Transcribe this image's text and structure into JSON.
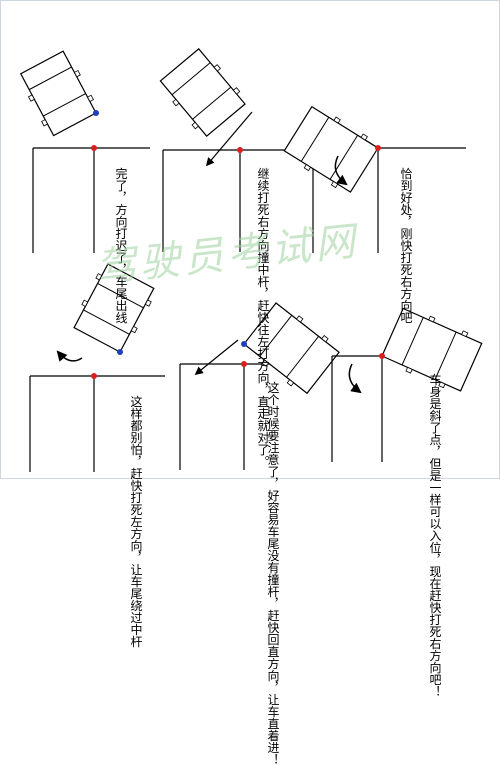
{
  "watermark": "驾驶员考试网",
  "panels": [
    {
      "id": "p1",
      "text_cols": [
        "完了，方向打迟",
        "了，车尾出线"
      ]
    },
    {
      "id": "p2",
      "text_cols": [
        "继续打死右方向",
        "撞中杆，赶快往左",
        "打方向，直走就对",
        "了。"
      ]
    },
    {
      "id": "p3",
      "text_cols": [
        "恰到好处，刚快",
        "打死右方向吧"
      ]
    },
    {
      "id": "p4",
      "text_cols": [
        "这样都别怕，赶",
        "快打死左方向，",
        "让车尾绕过中杆"
      ]
    },
    {
      "id": "p5",
      "text_cols": [
        "这个时候要注意了",
        "，好容易车尾没有",
        "撞杆，赶快回直方",
        "向，让车直着进！"
      ]
    },
    {
      "id": "p6",
      "text_cols": [
        "车身是斜了点，",
        "但是一样可以入",
        "位，现在赶快打",
        "死右方向吧！"
      ]
    }
  ]
}
